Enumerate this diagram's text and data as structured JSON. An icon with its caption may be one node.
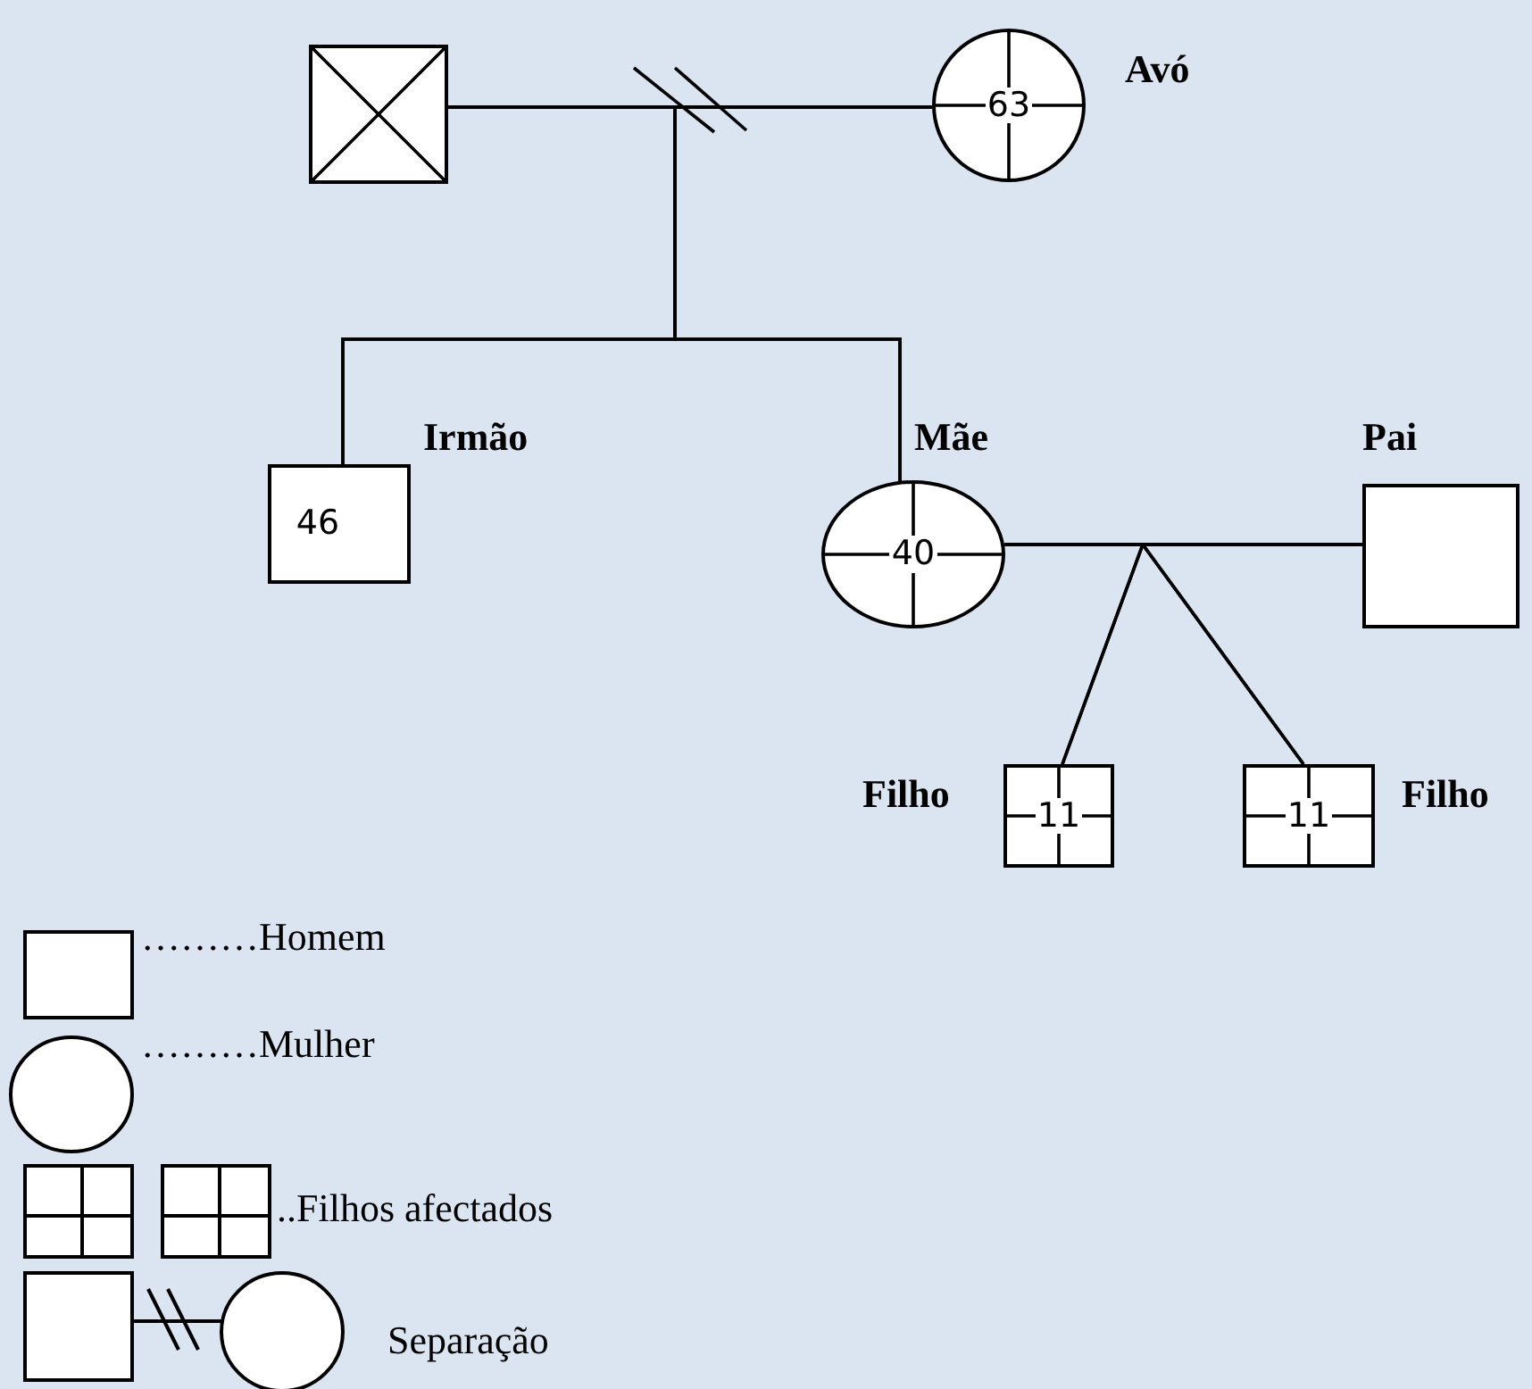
{
  "diagram": {
    "nodes": [
      {
        "text": [],
        "shape": "box"
      },
      {
        "text": [
          "63"
        ],
        "beside": [
          "Avó"
        ]
      },
      {
        "text": [
          "46"
        ],
        "beside": [
          "Irmão"
        ]
      },
      {
        "text": [
          "40"
        ],
        "beside": [
          "Mãe"
        ]
      },
      {
        "text": [],
        "shape": "box",
        "beside": [
          "Pai"
        ]
      },
      {
        "text": [
          "11"
        ],
        "beside": [
          "Filho"
        ]
      },
      {
        "text": [
          "11"
        ],
        "beside": [
          "Filho"
        ]
      }
    ],
    "edges": [
      {
        "from": 0,
        "to": 1,
        "arrow": "none"
      },
      {
        "from": 3,
        "to": 4,
        "arrow": "none"
      },
      {
        "from": 0,
        "to": 2,
        "arrow": "none"
      },
      {
        "from": 1,
        "to": 2,
        "arrow": "none"
      },
      {
        "from": 0,
        "to": 3,
        "arrow": "none"
      },
      {
        "from": 1,
        "to": 3,
        "arrow": "none"
      },
      {
        "from": 3,
        "to": 5,
        "arrow": "none"
      },
      {
        "from": 4,
        "to": 5,
        "arrow": "none"
      },
      {
        "from": 3,
        "to": 6,
        "arrow": "none"
      },
      {
        "from": 4,
        "to": 6,
        "arrow": "none"
      }
    ],
    "legend": [
      {
        "text": "………Homem"
      },
      {
        "text": "………Mulher"
      },
      {
        "text": "..Filhos afectados"
      },
      {
        "text": "Separação"
      }
    ]
  }
}
